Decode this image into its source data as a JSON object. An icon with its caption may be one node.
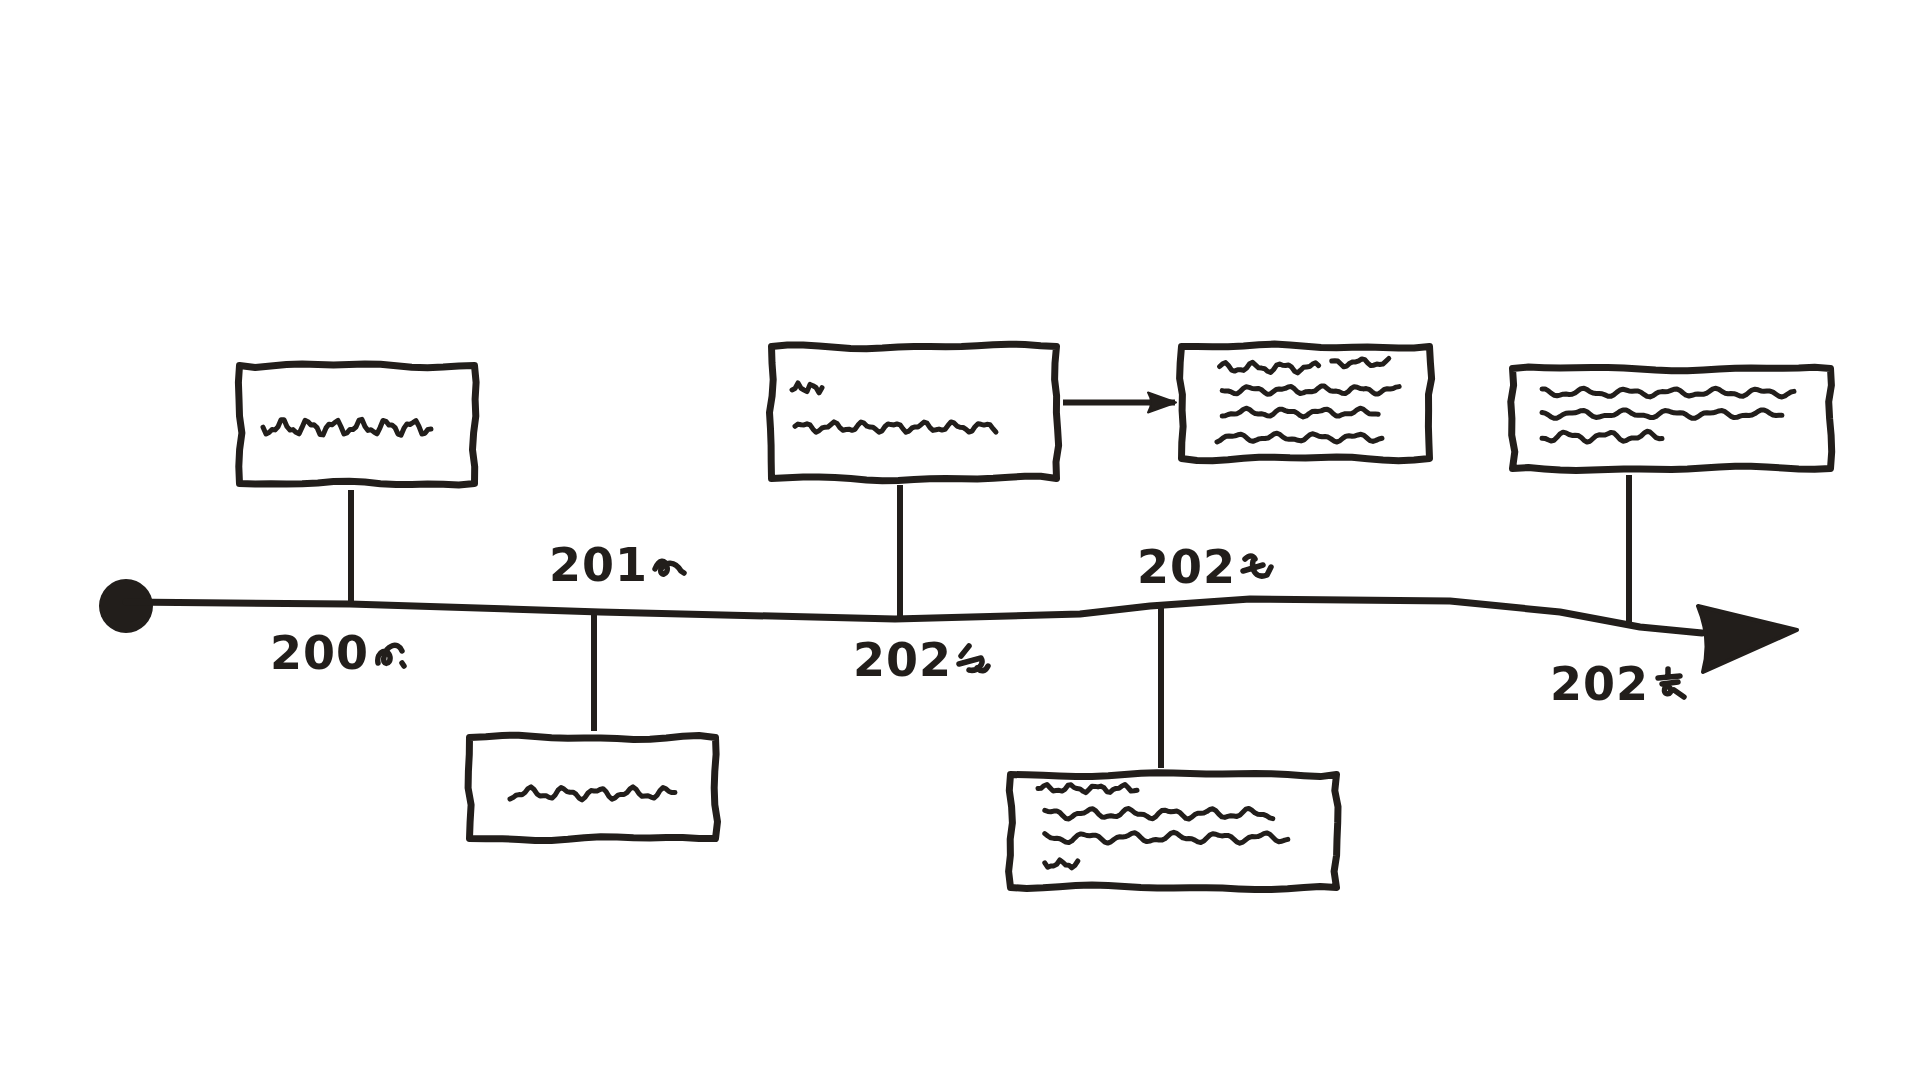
{
  "diagram": {
    "nodes": [
      {
        "text": [],
        "shape": "box"
      },
      {
        "text": [],
        "shape": "box"
      },
      {
        "text": [],
        "shape": "box"
      },
      {
        "text": [],
        "shape": "box"
      },
      {
        "text": [],
        "shape": "box"
      },
      {
        "text": [],
        "shape": "box"
      }
    ],
    "edges": [
      {
        "from": 0,
        "to": null,
        "arrow": "none"
      },
      {
        "from": 1,
        "to": null,
        "arrow": "none"
      },
      {
        "from": 2,
        "to": null,
        "arrow": "none"
      },
      {
        "from": 2,
        "to": 4,
        "arrow": "to"
      },
      {
        "from": 3,
        "to": null,
        "arrow": "none"
      },
      {
        "from": 5,
        "to": null,
        "arrow": "none"
      }
    ],
    "labels": [
      "200",
      "201",
      "202",
      "202",
      "202"
    ]
  }
}
